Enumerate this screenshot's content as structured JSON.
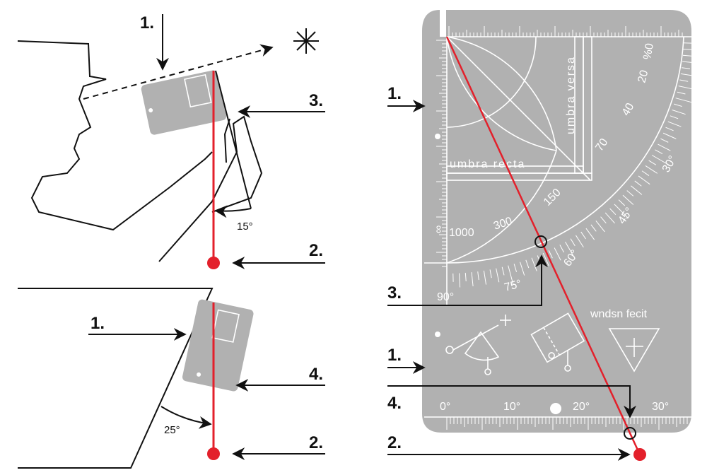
{
  "colors": {
    "card": "#b1b1b1",
    "red": "#e3202b",
    "line": "#111111"
  },
  "top_figure": {
    "label_1": "1.",
    "label_2": "2.",
    "label_3": "3.",
    "angle": "15°",
    "star_icon": "asterisk-star"
  },
  "bottom_figure": {
    "label_1": "1.",
    "label_2": "2.",
    "label_4": "4.",
    "angle": "25°"
  },
  "card": {
    "umbra_recta": "umbra recta",
    "umbra_versa": "umbra versa",
    "distance_scale": [
      "∞",
      "1000",
      "300",
      "150",
      "70",
      "40",
      "20",
      "%0"
    ],
    "degree_scale": [
      "90°",
      "75°",
      "60°",
      "45°",
      "30°"
    ],
    "bottom_scale": [
      "0°",
      "10°",
      "20°",
      "30°"
    ],
    "signature": "wndsn fecit"
  },
  "right_labels": {
    "label_1a": "1.",
    "label_3": "3.",
    "label_1b": "1.",
    "label_4": "4.",
    "label_2": "2."
  }
}
